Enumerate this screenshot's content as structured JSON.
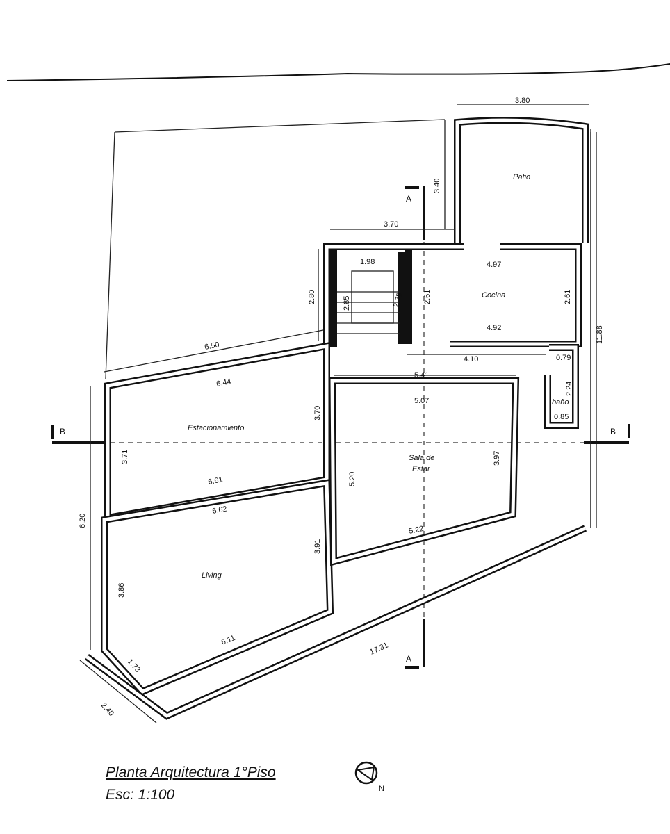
{
  "plan": {
    "title": "Planta Arquitectura 1°Piso",
    "scale": "Esc: 1:100",
    "north_label": "N",
    "rooms": {
      "patio": "Patio",
      "cocina": "Cocina",
      "bano": "baño",
      "estacionamiento": "Estacionamiento",
      "sala_estar_1": "Sala de",
      "sala_estar_2": "Estar",
      "living": "Living"
    },
    "section_labels": {
      "a_top": "A",
      "a_bottom": "A",
      "b_left": "B",
      "b_right": "B"
    },
    "dimensions": {
      "patio_width": "3.80",
      "patio_depth": "3.40",
      "hall_width": "3.70",
      "hall_depth": "2.80",
      "stair_width": "1.98",
      "stair_depth": "2.85",
      "stair_inner": "2.75",
      "cocina_top": "4.97",
      "cocina_bottom": "4.92",
      "cocina_left": "2.61",
      "cocina_right": "2.61",
      "corridor": "4.10",
      "bano_top": "0.79",
      "bano_side": "2.24",
      "bano_bottom": "0.85",
      "right_total": "11.88",
      "estac_outer": "6.50",
      "estac_top": "6.44",
      "estac_right": "3.70",
      "estac_left": "3.71",
      "estac_bottom": "6.61",
      "living_top": "6.62",
      "living_right": "3.91",
      "living_left": "3.86",
      "living_bottom": "6.11",
      "living_corner": "1.73",
      "left_total": "6.20",
      "corner_outer": "2.40",
      "sala_outer": "5.41",
      "sala_top": "5.07",
      "sala_left": "5.20",
      "sala_right": "3.97",
      "sala_bottom": "5.22",
      "diagonal_total": "17.31"
    }
  }
}
